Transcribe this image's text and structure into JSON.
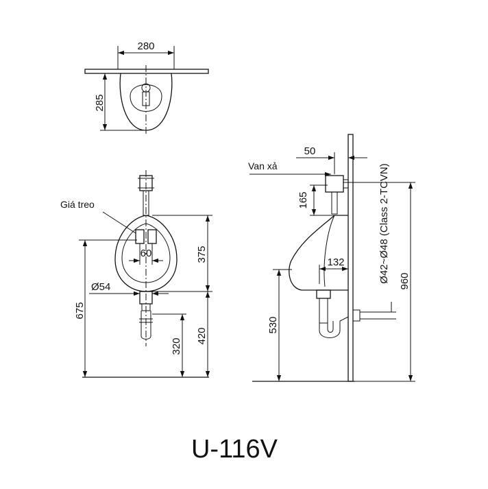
{
  "model_name": "U-116V",
  "labels": {
    "flush_valve": "Van xả",
    "hanger": "Giá treo",
    "pipe_spec": "Ø42~Ø48 (Class 2-TCVN)"
  },
  "dimensions": {
    "top_width": "280",
    "top_depth": "285",
    "hanger_spacing": "60",
    "outlet_diameter": "Ø54",
    "rim_height": "675",
    "bowl_height": "375",
    "outlet_height_front": "420",
    "drain_height": "320",
    "valve_offset": "50",
    "valve_height": "165",
    "projection": "132",
    "outlet_height_side": "530",
    "total_height": "960"
  }
}
